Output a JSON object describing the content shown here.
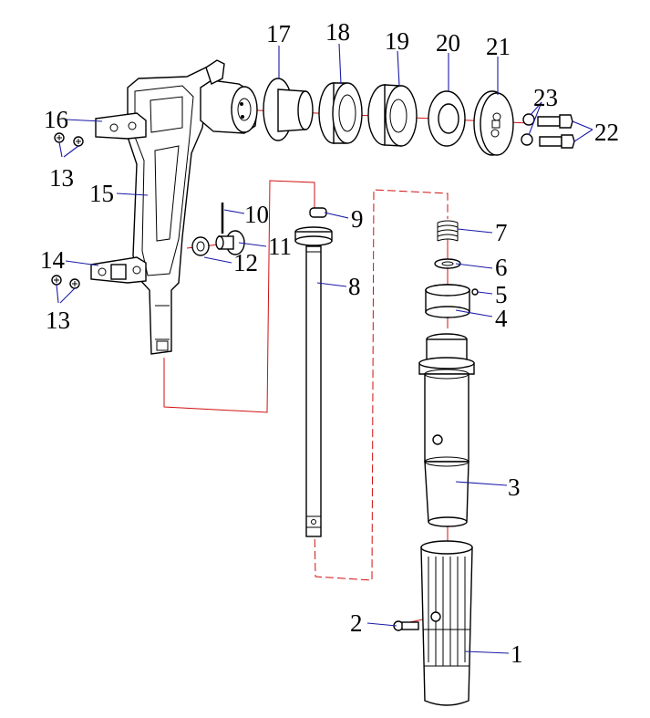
{
  "callouts": [
    {
      "id": "1",
      "text": "1"
    },
    {
      "id": "2",
      "text": "2"
    },
    {
      "id": "3",
      "text": "3"
    },
    {
      "id": "4",
      "text": "4"
    },
    {
      "id": "5",
      "text": "5"
    },
    {
      "id": "6",
      "text": "6"
    },
    {
      "id": "7",
      "text": "7"
    },
    {
      "id": "8",
      "text": "8"
    },
    {
      "id": "9",
      "text": "9"
    },
    {
      "id": "10",
      "text": "10"
    },
    {
      "id": "11",
      "text": "11"
    },
    {
      "id": "12",
      "text": "12"
    },
    {
      "id": "13a",
      "text": "13"
    },
    {
      "id": "13b",
      "text": "13"
    },
    {
      "id": "14",
      "text": "14"
    },
    {
      "id": "15",
      "text": "15"
    },
    {
      "id": "16",
      "text": "16"
    },
    {
      "id": "17",
      "text": "17"
    },
    {
      "id": "18",
      "text": "18"
    },
    {
      "id": "19",
      "text": "19"
    },
    {
      "id": "20",
      "text": "20"
    },
    {
      "id": "21",
      "text": "21"
    },
    {
      "id": "22",
      "text": "22"
    },
    {
      "id": "23",
      "text": "23"
    }
  ],
  "colors": {
    "leader": "#1a1aa6",
    "axis": "#d01010",
    "outline": "#000000"
  }
}
